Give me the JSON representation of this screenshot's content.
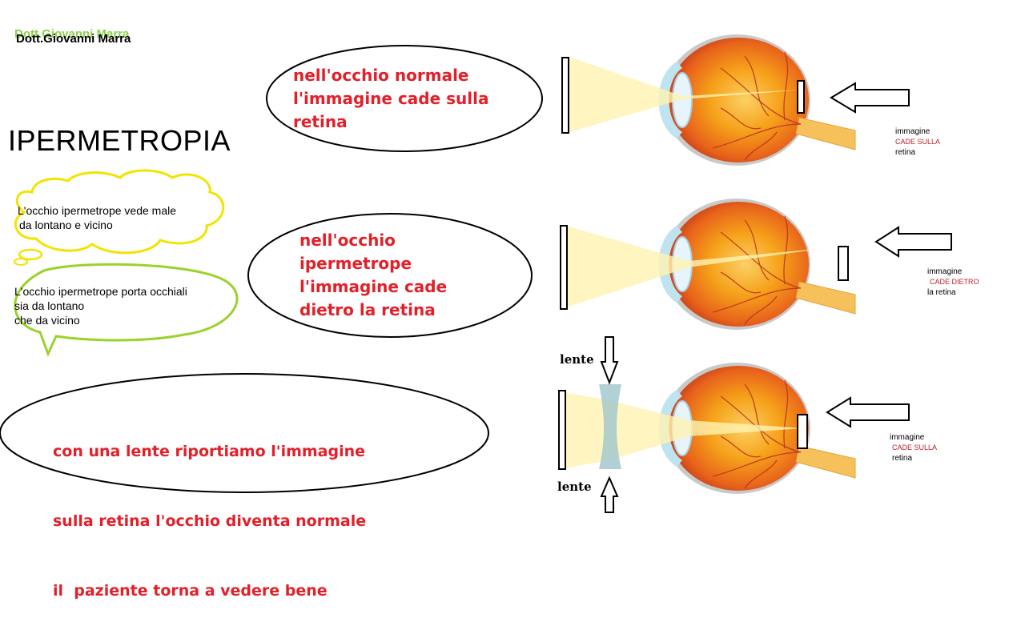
{
  "author": "Dott.Giovanni Marra",
  "title": "IPERMETROPIA",
  "cloud_note": [
    "L'occhio ipermetrope vede male",
    "da lontano e vicino"
  ],
  "bubble_note": [
    "L'occhio ipermetrope porta occhiali",
    "sia da lontano",
    "che da vicino"
  ],
  "ellipse_normal": [
    "nell'occhio normale",
    "l'immagine cade sulla",
    "retina"
  ],
  "ellipse_hyperopic": [
    "nell'occhio",
    "ipermetrope",
    "l'immagine cade",
    "dietro la retina"
  ],
  "ellipse_lens": [
    "con una lente riportiamo l'immagine",
    "sulla retina l'occhio diventa normale",
    "il  paziente torna a vedere bene"
  ],
  "label_normal": {
    "line1": "immagine",
    "line2": "CADE SULLA",
    "line3": "retina"
  },
  "label_hyperopic": {
    "line1": "immagine",
    "line2": "CADE DIETRO",
    "line3": "la retina"
  },
  "label_lens": {
    "line1": "immagine",
    "line2": "CADE SULLA",
    "line3": "retina"
  },
  "lens_top": "lente",
  "lens_bottom": "lente",
  "colors": {
    "ray": "#fff3b0",
    "eye_outer": "#e8621b",
    "eye_inner": "#f6a21a",
    "cornea": "#bfe3ef",
    "red_text": "#e2202a",
    "lens": "#9fc6cc"
  }
}
